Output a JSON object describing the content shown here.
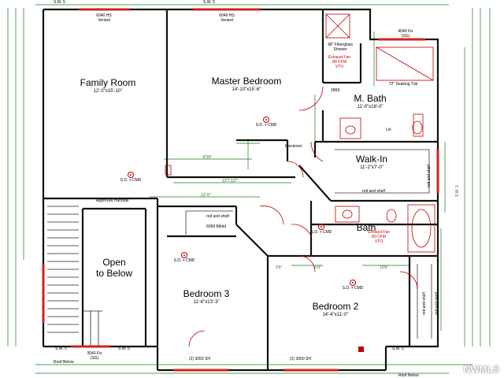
{
  "rooms": {
    "family_room": {
      "name": "Family Room",
      "dims": "12'-0\"x15'-10\""
    },
    "master_bedroom": {
      "name": "Master Bedroom",
      "dims": "14'-10\"x15'-6\""
    },
    "m_bath": {
      "name": "M. Bath",
      "dims": "11'-0\"x18'-0\""
    },
    "walk_in": {
      "name": "Walk-In",
      "dims": "11'-2\"x7'-0\""
    },
    "open_below": {
      "name": "Open\nto Below"
    },
    "bath": {
      "name": "Bath"
    },
    "bedroom_3": {
      "name": "Bedroom 3",
      "dims": "11'-6\"x13'-3\""
    },
    "bedroom_2": {
      "name": "Bedroom 2",
      "dims": "14'-4\"x11'-0\""
    }
  },
  "notes": {
    "sw5_a": "S.W. 5",
    "sw5_b": "S.W. 5",
    "window_6040_hs_a": "6040 HS\nVented",
    "window_6040_hs_b": "6040 HS\nVented",
    "window_4040_fix": "4040 Fix\n(SG)",
    "shower": "48\" Fiberglass\nShower",
    "exhaust_fan_1": "Exhaust Fan\n80 CFM\nVTO",
    "soaking_tub": "72\" Soaking Tub",
    "lin": "Lin",
    "electronic": "Electronic",
    "rod_shelf_1": "rod and shelf",
    "rod_shelf_2": "rod and shelf",
    "rod_shelf_3": "rod and shelf",
    "rod_shelf_4": "rod and shelf",
    "rod_shelf_5": "rod and shelf",
    "approved_handrail": "Approved Handrail",
    "blkd": "6068 Bifold",
    "exhaust_fan_2": "Exhaust Fan\n80 CFM\nVTO",
    "sd_cmd": "S.D. + CMD",
    "sw5_bl": "S.W. 5",
    "sw5_bl2": "S.W. 5",
    "window_3040_fix": "3040 Fix\n(SG)",
    "roof_below_1": "Roof Below",
    "roof_below_2": "Roof Below",
    "window_3050_sh_a": "(2) 3050 SH",
    "window_3050_sh_b": "(2) 3050 SH",
    "sw5_br": "S.W. 5",
    "sw1": "S.W. 1",
    "door_2868": "2868",
    "dim_12_0": "12'-0\"",
    "dim_12_7": "12'7-1/2\"",
    "dim_8_10": "8'10\"",
    "dim_3_6": "3'6\"",
    "dim_10_6": "10'6\"",
    "dim_3_0": "3'-0\""
  },
  "watermark": "NWMLS",
  "colors": {
    "wall": "#111111",
    "dimension": "#1d7a1d",
    "window": "#d42020",
    "fixture": "#c00000",
    "floor": "#ffffff"
  }
}
